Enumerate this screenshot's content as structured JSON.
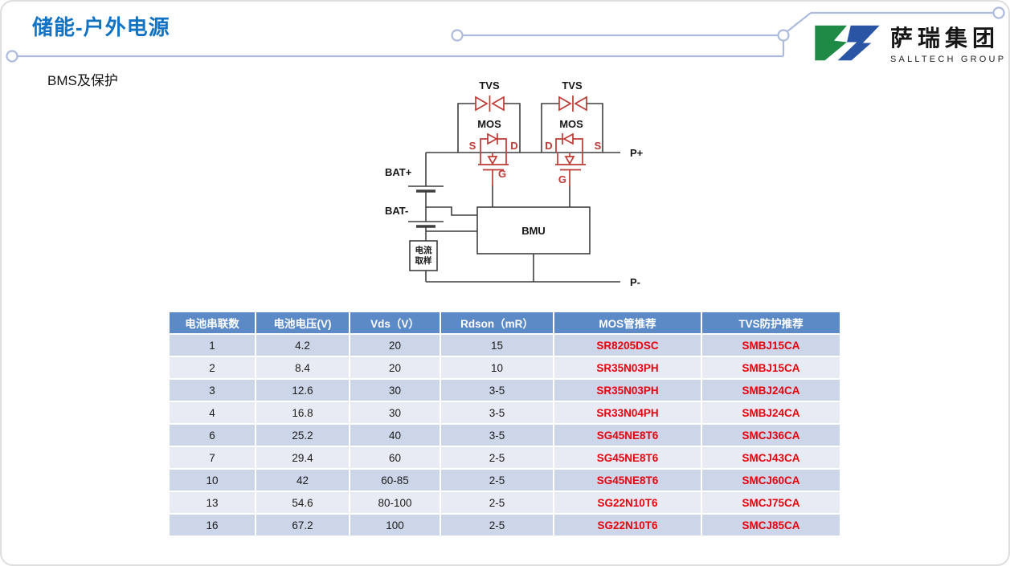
{
  "slide": {
    "title": "储能-户外电源",
    "subtitle": "BMS及保护"
  },
  "logo": {
    "name_cn": "萨瑞集团",
    "name_en": "SALLTECH GROUP"
  },
  "colors": {
    "title_blue": "#1272C3",
    "connector_line": "#ACBADC",
    "table_header_bg": "#5B8AC7",
    "row_band_dark": "#CDD6E9",
    "row_band_light": "#E9EBF4",
    "part_number_red": "#E8000D",
    "circuit_component_red": "#BE3A34",
    "wire_gray": "#3F3F3F",
    "logo_green": "#1F8A45",
    "logo_blue": "#2A55A4"
  },
  "diagram": {
    "labels": {
      "tvs": "TVS",
      "mos": "MOS",
      "s": "S",
      "d": "D",
      "g": "G",
      "bat_plus": "BAT+",
      "bat_minus": "BAT-",
      "bmu": "BMU",
      "current_sample_1": "电流",
      "current_sample_2": "取样",
      "p_plus": "P+",
      "p_minus": "P-"
    }
  },
  "table": {
    "headers": [
      "电池串联数",
      "电池电压(V)",
      "Vds（V）",
      "Rdson（mR）",
      "MOS管推荐",
      "TVS防护推荐"
    ],
    "rows": [
      [
        "1",
        "4.2",
        "20",
        "15",
        "SR8205DSC",
        "SMBJ15CA"
      ],
      [
        "2",
        "8.4",
        "20",
        "10",
        "SR35N03PH",
        "SMBJ15CA"
      ],
      [
        "3",
        "12.6",
        "30",
        "3-5",
        "SR35N03PH",
        "SMBJ24CA"
      ],
      [
        "4",
        "16.8",
        "30",
        "3-5",
        "SR33N04PH",
        "SMBJ24CA"
      ],
      [
        "6",
        "25.2",
        "40",
        "3-5",
        "SG45NE8T6",
        "SMCJ36CA"
      ],
      [
        "7",
        "29.4",
        "60",
        "2-5",
        "SG45NE8T6",
        "SMCJ43CA"
      ],
      [
        "10",
        "42",
        "60-85",
        "2-5",
        "SG45NE8T6",
        "SMCJ60CA"
      ],
      [
        "13",
        "54.6",
        "80-100",
        "2-5",
        "SG22N10T6",
        "SMCJ75CA"
      ],
      [
        "16",
        "67.2",
        "100",
        "2-5",
        "SG22N10T6",
        "SMCJ85CA"
      ]
    ]
  }
}
